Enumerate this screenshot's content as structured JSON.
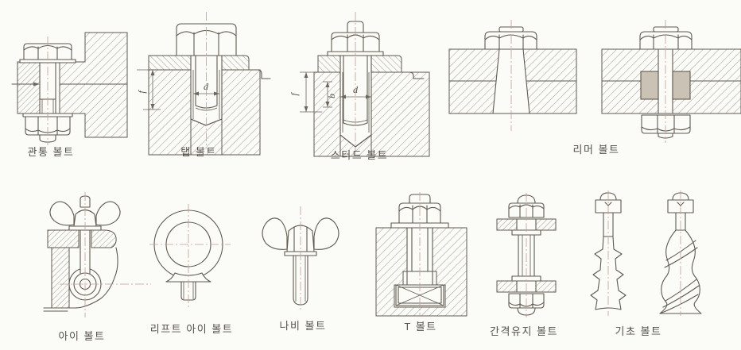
{
  "colors": {
    "background": "#fbfbf8",
    "line": "#5f594f",
    "hatch": "#8a8379",
    "centerline": "#c49c8e",
    "bushing_fill": "#c9c2b5",
    "label_text": "#56504a"
  },
  "dimension_labels": {
    "f": "f",
    "d": "d",
    "b": "b"
  },
  "figures": {
    "through_bolt": {
      "label": "관통 볼트"
    },
    "tap_bolt": {
      "label": "탭 볼트"
    },
    "stud_bolt": {
      "label": "스터드 볼트"
    },
    "reamer_bolt": {
      "label": "리머 볼트"
    },
    "eye_bolt": {
      "label": "아이 볼트"
    },
    "lift_eye_bolt": {
      "label": "리프트 아이 볼트"
    },
    "wing_bolt": {
      "label": "나비 볼트"
    },
    "t_bolt": {
      "label": "T 볼트"
    },
    "spacing_bolt": {
      "label": "간격유지 볼트"
    },
    "foundation_bolt": {
      "label": "기초 볼트"
    }
  }
}
